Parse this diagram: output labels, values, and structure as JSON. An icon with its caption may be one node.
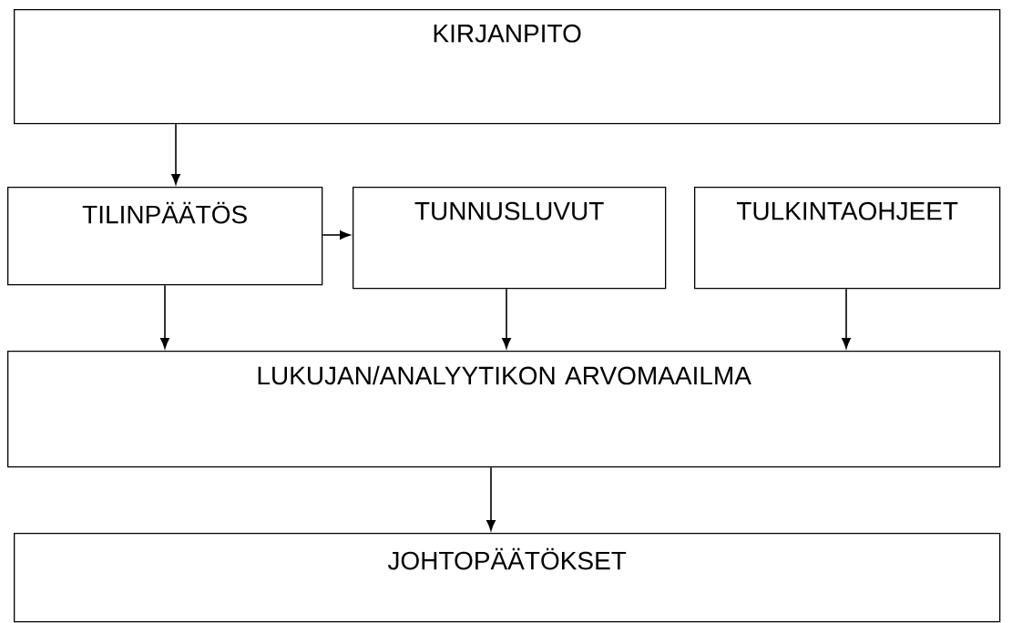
{
  "diagram": {
    "nodes": [
      {
        "text": [
          "KIRJANPITO"
        ]
      },
      {
        "text": [
          "TILINPÄÄTÖS"
        ]
      },
      {
        "text": [
          "TUNNUSLUVUT"
        ]
      },
      {
        "text": [
          "TULKINTAOHJEET"
        ]
      },
      {
        "text": [
          "LUKUJAN/ANALYYTIKON ARVOMAAILMA"
        ]
      },
      {
        "text": [
          "JOHTOPÄÄTÖKSET"
        ]
      }
    ],
    "edges": [
      {
        "from": 0,
        "to": 1,
        "arrow": "to"
      },
      {
        "from": 1,
        "to": 2,
        "arrow": "to"
      },
      {
        "from": 1,
        "to": 4,
        "arrow": "to"
      },
      {
        "from": 2,
        "to": 4,
        "arrow": "to"
      },
      {
        "from": 3,
        "to": 4,
        "arrow": "to"
      },
      {
        "from": 4,
        "to": 5,
        "arrow": "to"
      }
    ]
  }
}
